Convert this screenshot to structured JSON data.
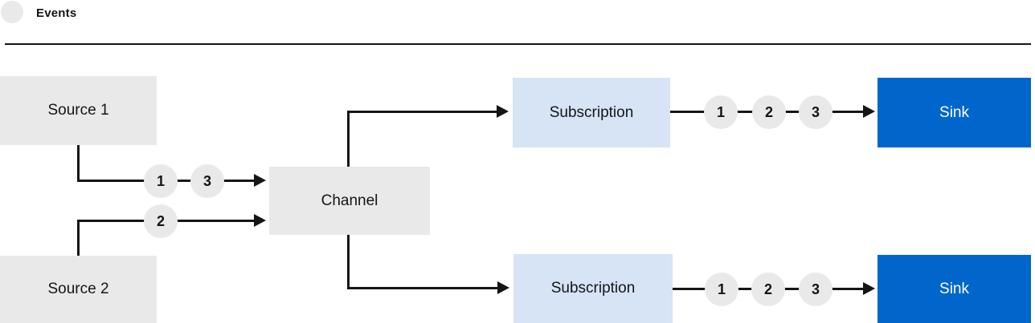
{
  "legend": {
    "label": "Events"
  },
  "colors": {
    "box_gray": "#e9e9e9",
    "box_light_blue": "#d6e4f5",
    "box_blue": "#0066cc",
    "line_dark": "#151515",
    "sink_text": "#ffffff"
  },
  "nodes": {
    "source1": {
      "label": "Source 1"
    },
    "source2": {
      "label": "Source 2"
    },
    "channel": {
      "label": "Channel"
    },
    "subscription_top": {
      "label": "Subscription"
    },
    "subscription_bottom": {
      "label": "Subscription"
    },
    "sink_top": {
      "label": "Sink"
    },
    "sink_bottom": {
      "label": "Sink"
    }
  },
  "event_markers": {
    "source1_to_channel": [
      "1",
      "3"
    ],
    "source2_to_channel": [
      "2"
    ],
    "subscription_top_to_sink": [
      "1",
      "2",
      "3"
    ],
    "subscription_bottom_to_sink": [
      "1",
      "2",
      "3"
    ]
  }
}
